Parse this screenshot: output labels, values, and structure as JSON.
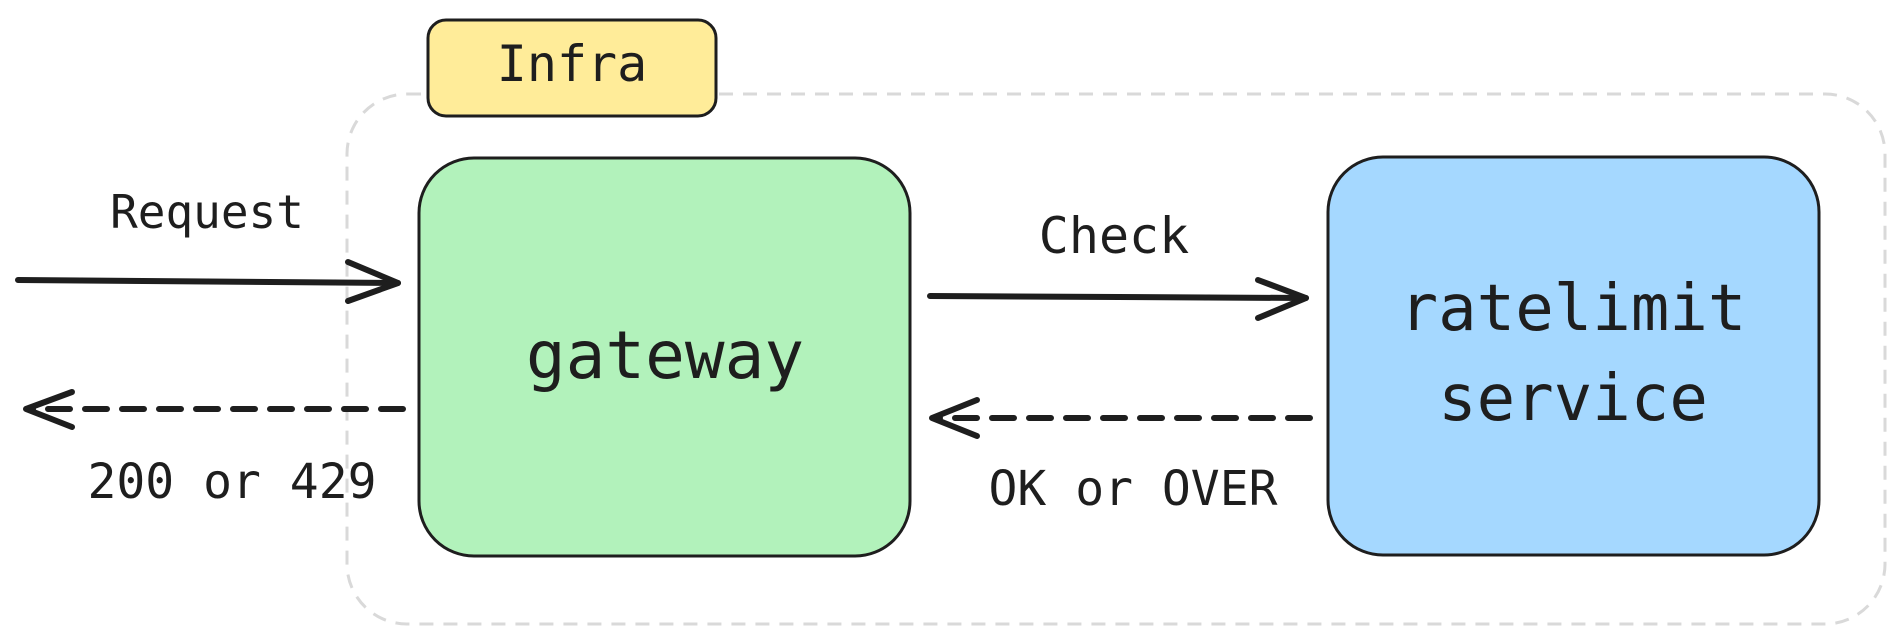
{
  "group": {
    "label": "Infra",
    "label_fill": "#ffec99",
    "border_color": "#d9d9d9"
  },
  "nodes": {
    "gateway": {
      "label": "gateway",
      "fill": "#b2f2bb"
    },
    "ratelimit": {
      "label_line1": "ratelimit",
      "label_line2": "service",
      "fill": "#a5d8ff"
    }
  },
  "edges": {
    "request": {
      "label": "Request",
      "style": "solid"
    },
    "response": {
      "label": "200 or 429",
      "style": "dashed"
    },
    "check": {
      "label": "Check",
      "style": "solid"
    },
    "check_result": {
      "label": "OK or OVER",
      "style": "dashed"
    }
  },
  "stroke_color": "#1e1e1e"
}
